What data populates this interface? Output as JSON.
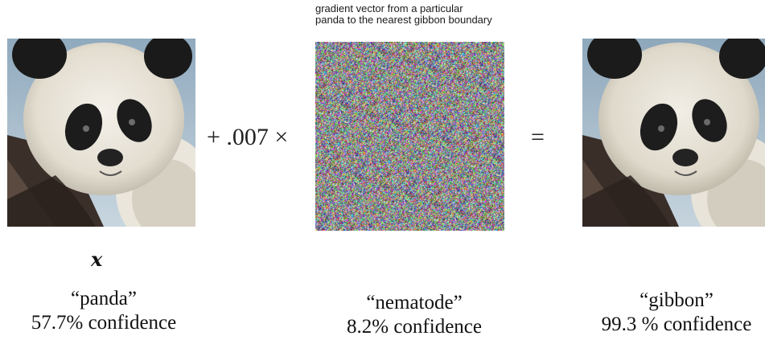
{
  "annotation": {
    "line1": "gradient vector from a particular",
    "line2": "panda to the nearest gibbon boundary"
  },
  "operators": {
    "plus": "+ .007 ×",
    "equals": "="
  },
  "input_variable": "x",
  "captions": {
    "panda": {
      "label": "“panda”",
      "confidence": "57.7% confidence"
    },
    "noise": {
      "label": "“nematode”",
      "confidence": "8.2% confidence"
    },
    "gibbon": {
      "label": "“gibbon”",
      "confidence": "99.3 % confidence"
    }
  },
  "images": {
    "input": "panda-photo",
    "perturbation": "gradient-noise-pattern",
    "output": "adversarial-panda-photo"
  }
}
